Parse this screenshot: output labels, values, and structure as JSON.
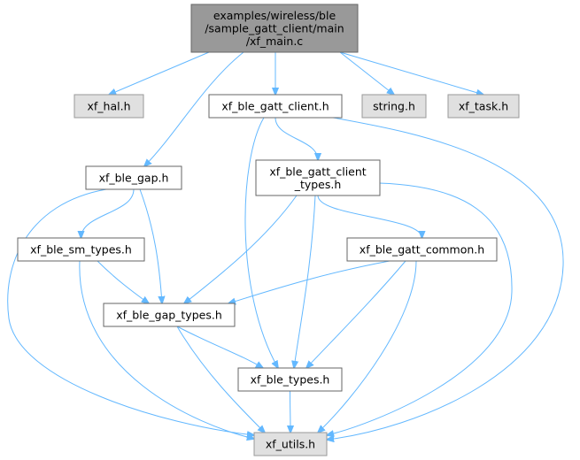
{
  "diagram": {
    "nodes": [
      {
        "id": "main",
        "kind": "root",
        "lines": [
          "examples/wireless/ble",
          "/sample_gatt_client/main",
          "/xf_main.c"
        ]
      },
      {
        "id": "hal",
        "kind": "ext",
        "lines": [
          "xf_hal.h"
        ]
      },
      {
        "id": "gatt_client",
        "kind": "file",
        "lines": [
          "xf_ble_gatt_client.h"
        ]
      },
      {
        "id": "string",
        "kind": "ext",
        "lines": [
          "string.h"
        ]
      },
      {
        "id": "task",
        "kind": "ext",
        "lines": [
          "xf_task.h"
        ]
      },
      {
        "id": "gap",
        "kind": "file",
        "lines": [
          "xf_ble_gap.h"
        ]
      },
      {
        "id": "client_types",
        "kind": "file",
        "lines": [
          "xf_ble_gatt_client",
          "_types.h"
        ]
      },
      {
        "id": "sm_types",
        "kind": "file",
        "lines": [
          "xf_ble_sm_types.h"
        ]
      },
      {
        "id": "gatt_common",
        "kind": "file",
        "lines": [
          "xf_ble_gatt_common.h"
        ]
      },
      {
        "id": "gap_types",
        "kind": "file",
        "lines": [
          "xf_ble_gap_types.h"
        ]
      },
      {
        "id": "ble_types",
        "kind": "file",
        "lines": [
          "xf_ble_types.h"
        ]
      },
      {
        "id": "utils",
        "kind": "ext",
        "lines": [
          "xf_utils.h"
        ]
      }
    ],
    "edges": [
      [
        "main",
        "hal"
      ],
      [
        "main",
        "gatt_client"
      ],
      [
        "main",
        "string"
      ],
      [
        "main",
        "task"
      ],
      [
        "main",
        "gap"
      ],
      [
        "gatt_client",
        "client_types"
      ],
      [
        "gatt_client",
        "ble_types"
      ],
      [
        "gatt_client",
        "utils"
      ],
      [
        "gap",
        "sm_types"
      ],
      [
        "gap",
        "gap_types"
      ],
      [
        "gap",
        "utils"
      ],
      [
        "client_types",
        "gatt_common"
      ],
      [
        "client_types",
        "gap_types"
      ],
      [
        "client_types",
        "ble_types"
      ],
      [
        "client_types",
        "utils"
      ],
      [
        "sm_types",
        "gap_types"
      ],
      [
        "sm_types",
        "utils"
      ],
      [
        "gatt_common",
        "gap_types"
      ],
      [
        "gatt_common",
        "ble_types"
      ],
      [
        "gatt_common",
        "utils"
      ],
      [
        "gap_types",
        "ble_types"
      ],
      [
        "gap_types",
        "utils"
      ],
      [
        "ble_types",
        "utils"
      ]
    ]
  }
}
